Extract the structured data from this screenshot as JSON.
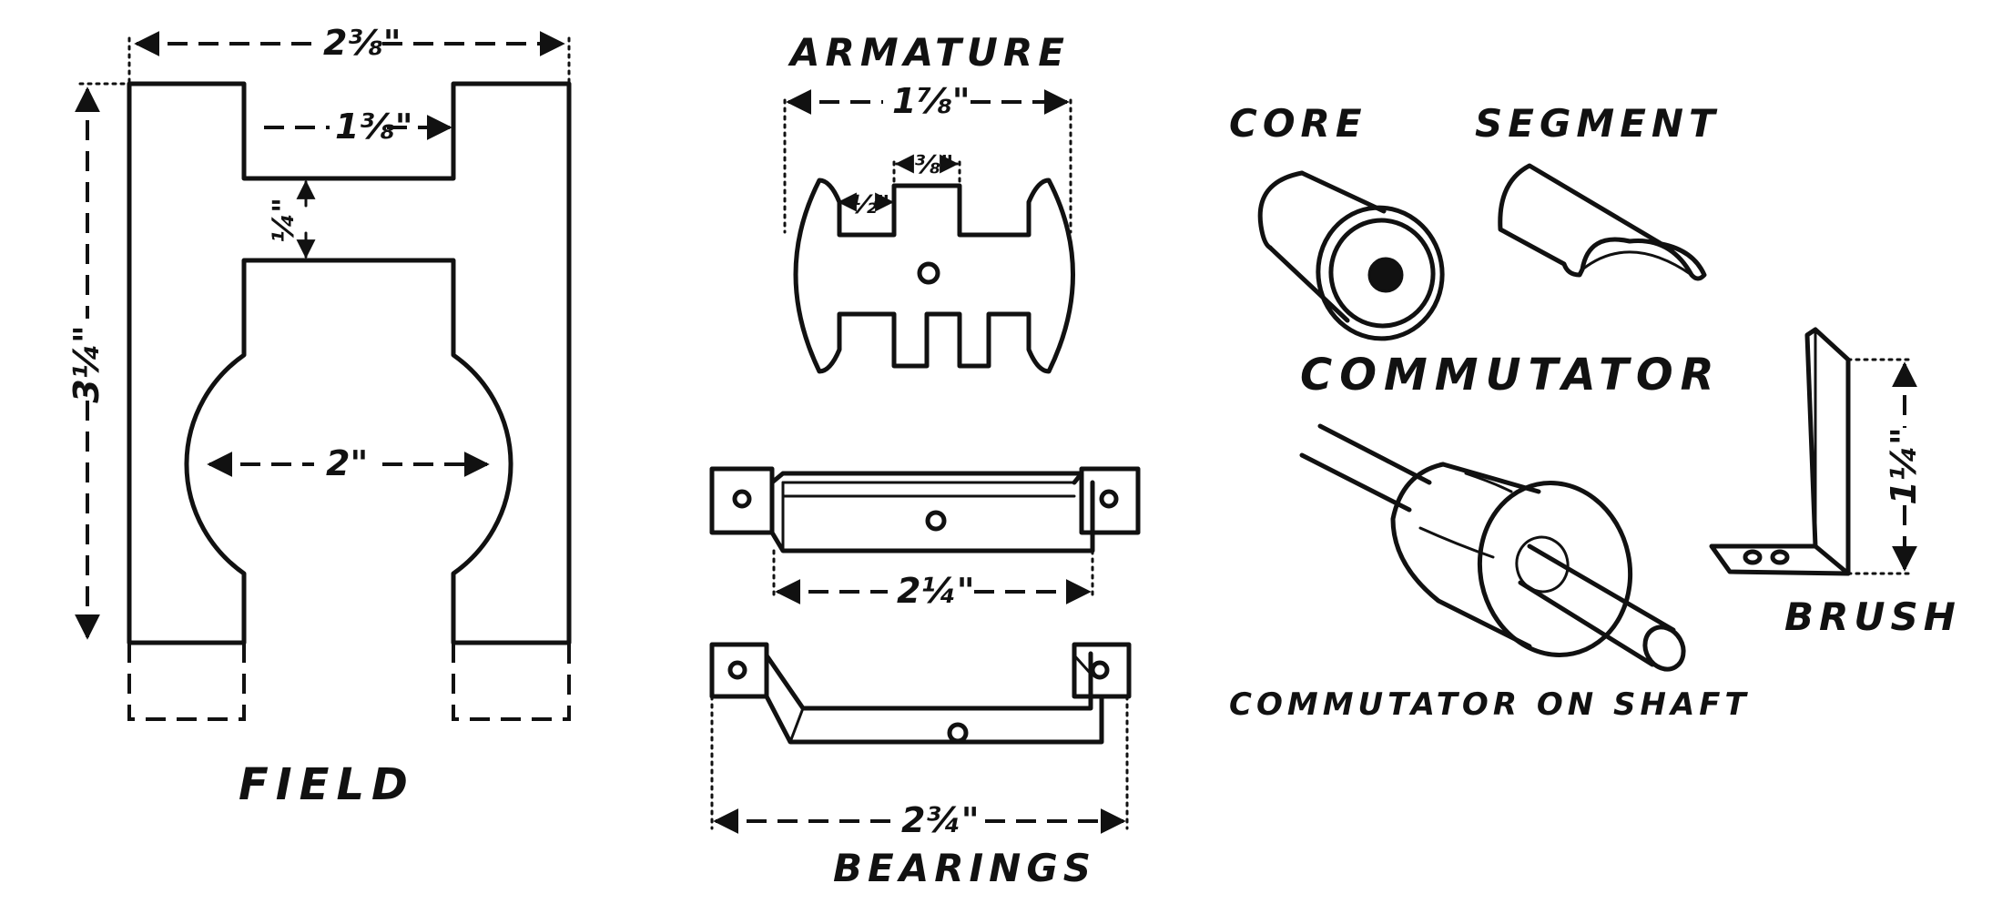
{
  "labels": {
    "field": "FIELD",
    "armature": "ARMATURE",
    "bearings": "BEARINGS",
    "core": "CORE",
    "segment": "SEGMENT",
    "commutator": "COMMUTATOR",
    "commutator_on_shaft": "COMMUTATOR ON SHAFT",
    "brush": "BRUSH"
  },
  "dimensions": {
    "field_width": "2⅜\"",
    "field_slot": "1⅜\"",
    "field_web": "¼\"",
    "field_height": "3¼\"",
    "field_bore": "2\"",
    "armature_width": "1⅞\"",
    "armature_tooth": "⅜\"",
    "armature_step": "½\"",
    "bearing_top_length": "2¼\"",
    "bearing_bottom_length": "2¾\"",
    "brush_height": "1¼\""
  },
  "colors": {
    "ink": "#111111",
    "paper": "#ffffff"
  }
}
